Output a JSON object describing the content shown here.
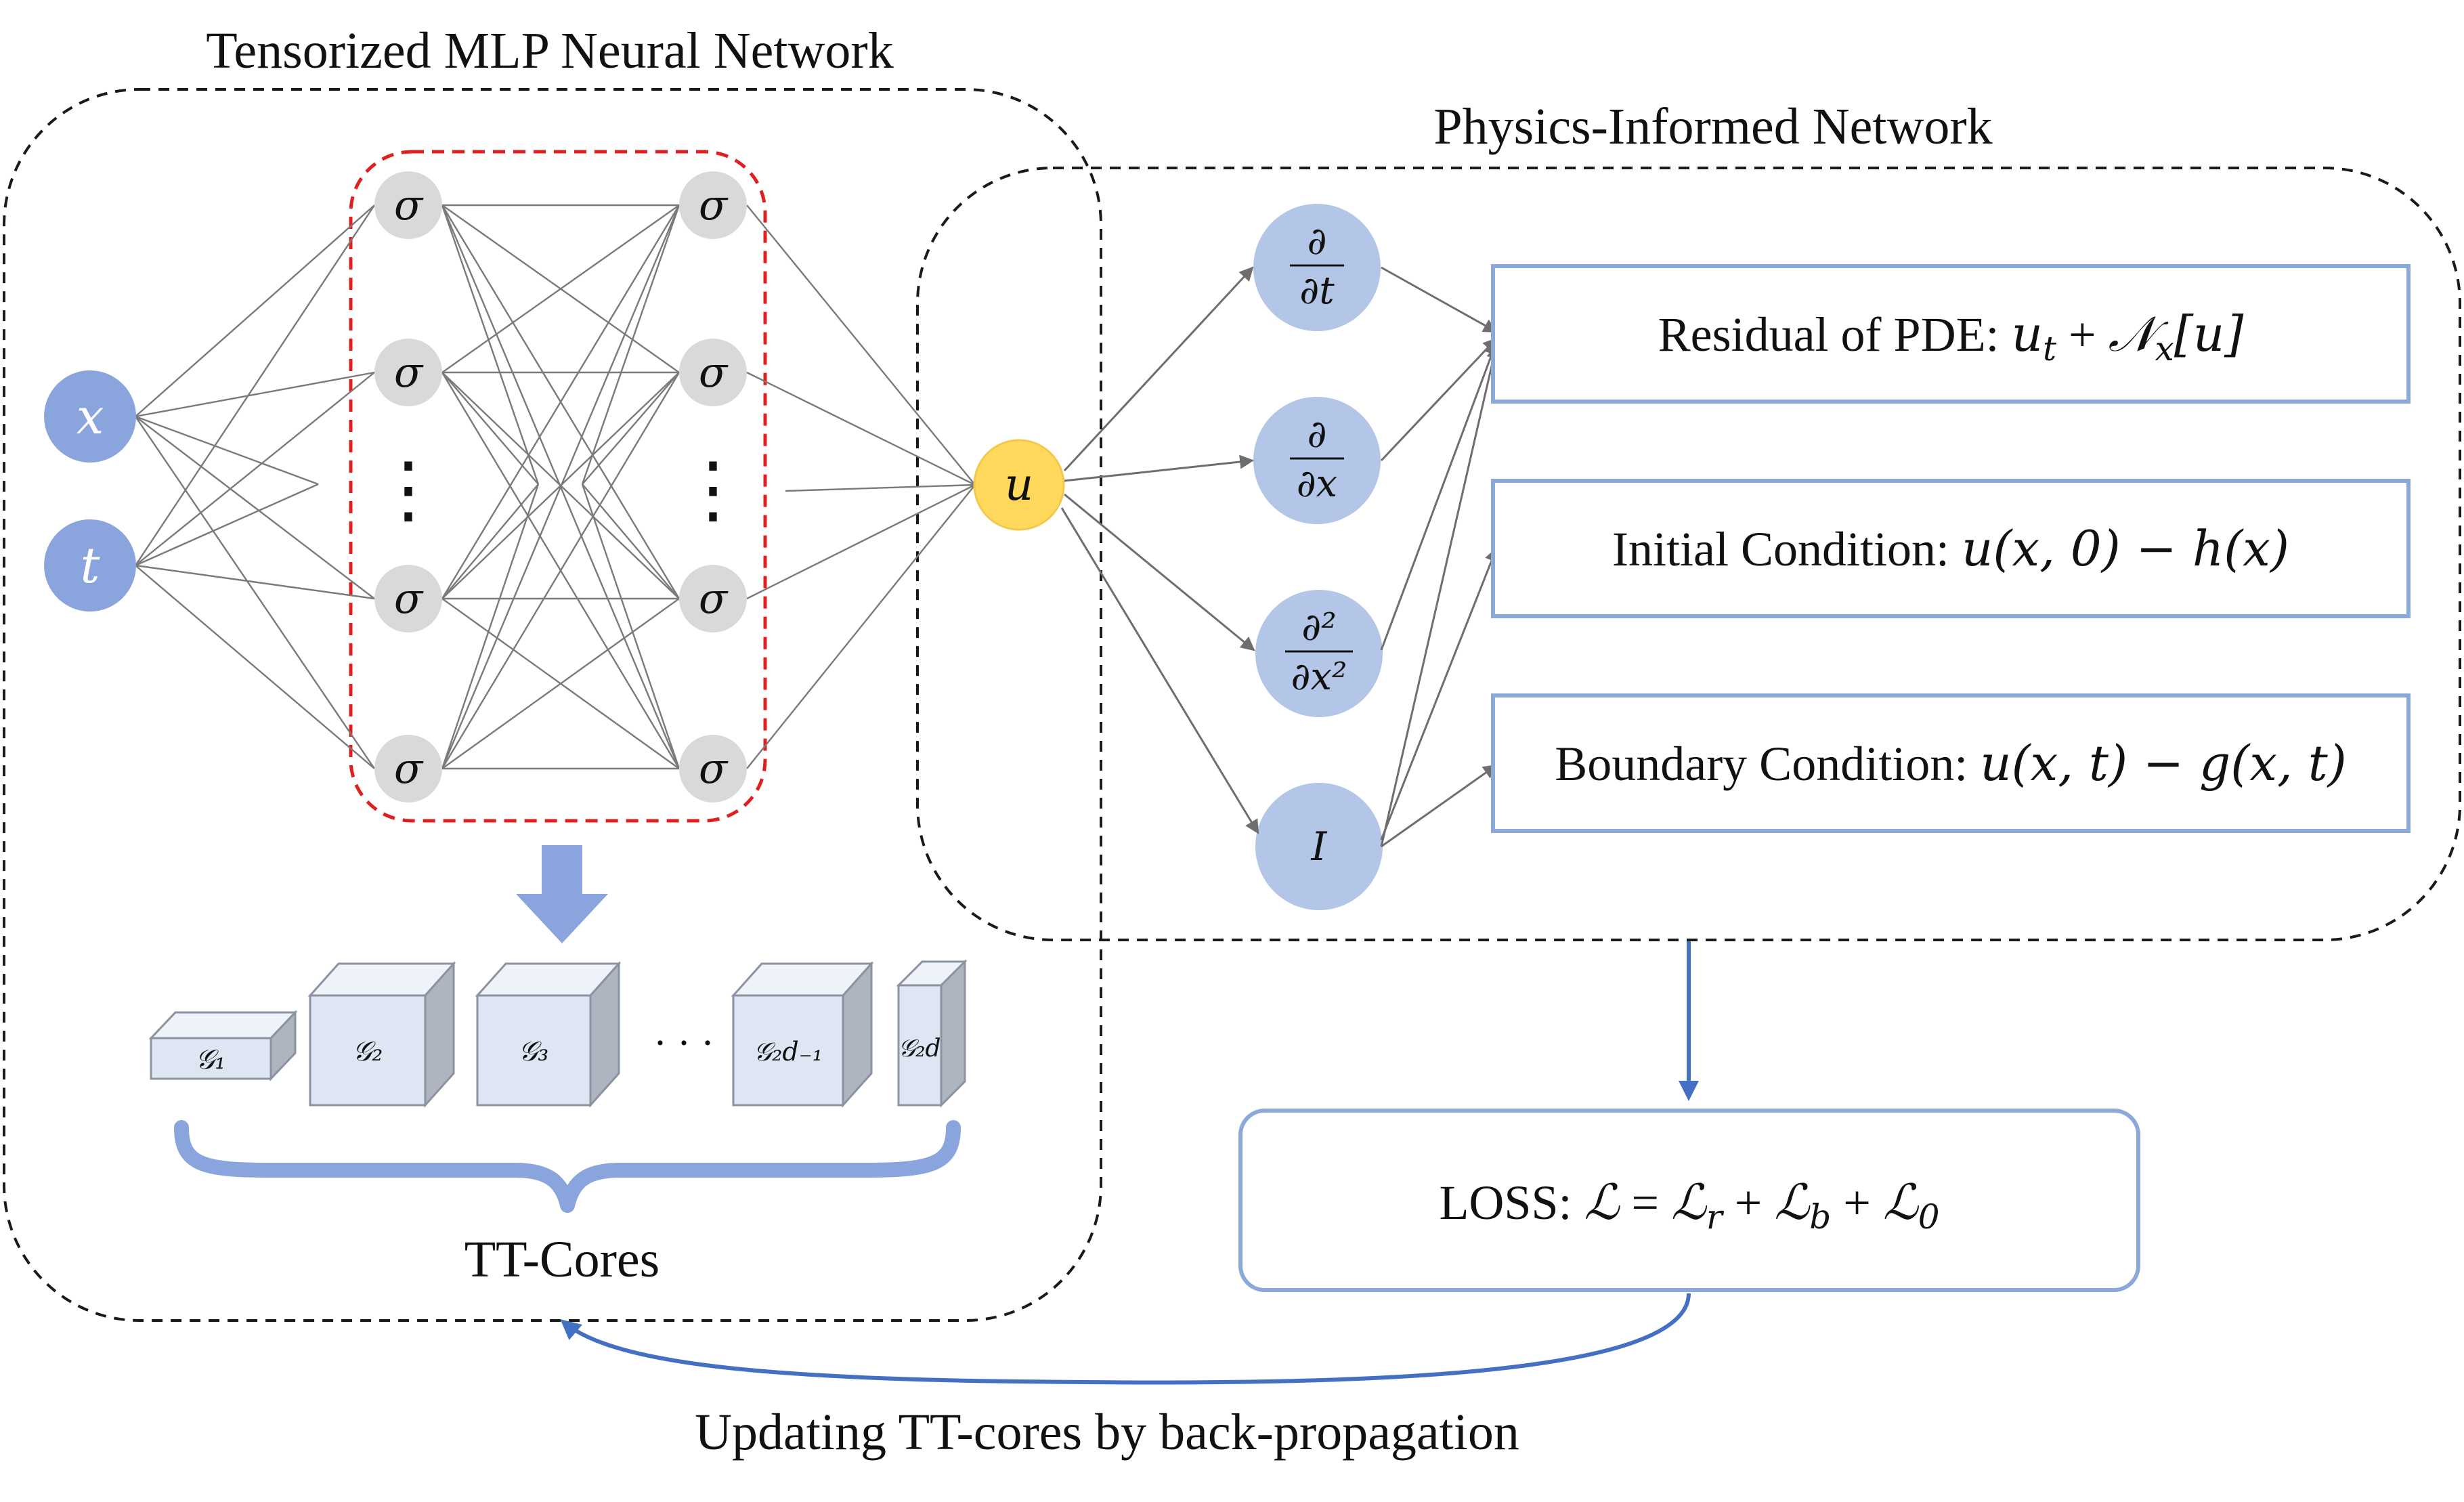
{
  "titles": {
    "tensorized_mlp": "Tensorized MLP Neural Network",
    "physics_informed": "Physics-Informed Network"
  },
  "inputs": {
    "x": "x",
    "t": "t"
  },
  "hidden_neuron_symbol": "σ",
  "output_node": "u",
  "ellipsis_vertical": "⋮",
  "derivative_nodes": {
    "d_dt": {
      "num": "∂",
      "den": "∂t"
    },
    "d_dx": {
      "num": "∂",
      "den": "∂x"
    },
    "d2_dx2": {
      "num": "∂²",
      "den": "∂x²"
    },
    "identity": "I"
  },
  "conditions": {
    "residual": "Residual of PDE: u_t + 𝒩_x[u]",
    "residual_prefix": "Residual of PDE: ",
    "residual_math": "u",
    "residual_sub": "t",
    "residual_plus": " + ",
    "residual_N": "𝒩",
    "residual_Nsub": "x",
    "residual_tail": "[u]",
    "initial_prefix": "Initial Condition: ",
    "initial_math": "u(x, 0) − h(x)",
    "boundary_prefix": "Boundary Condition: ",
    "boundary_math": "u(x, t) − g(x, t)"
  },
  "tt_cores": {
    "labels": [
      "𝒢₁",
      "𝒢₂",
      "𝒢₃",
      "𝒢₂d₋₁",
      "𝒢₂d"
    ],
    "ellipsis": "· · ·",
    "caption": "TT-Cores"
  },
  "loss": {
    "prefix": "LOSS: ",
    "L": "ℒ",
    "eq": " = ",
    "terms": [
      {
        "main": "ℒ",
        "sub": "r"
      },
      {
        "main": "ℒ",
        "sub": "b"
      },
      {
        "main": "ℒ",
        "sub": "0"
      }
    ],
    "plus": " + "
  },
  "update_caption": "Updating TT-cores by back-propagation",
  "colors": {
    "input_node": "#8aa5dd",
    "hidden_node": "#d9d9d9",
    "output_node": "#ffd85c",
    "derivative_node": "#b3c6e8",
    "box_border": "#8aa9d8",
    "red_dash": "#e02020",
    "black_dash": "#1a1a1a",
    "down_arrow": "#8aa5dd",
    "flow_arrow": "#4470c4",
    "cube_front": "#dfe6f3",
    "cube_top": "#eef2f9",
    "cube_side": "#aeb5c1"
  }
}
